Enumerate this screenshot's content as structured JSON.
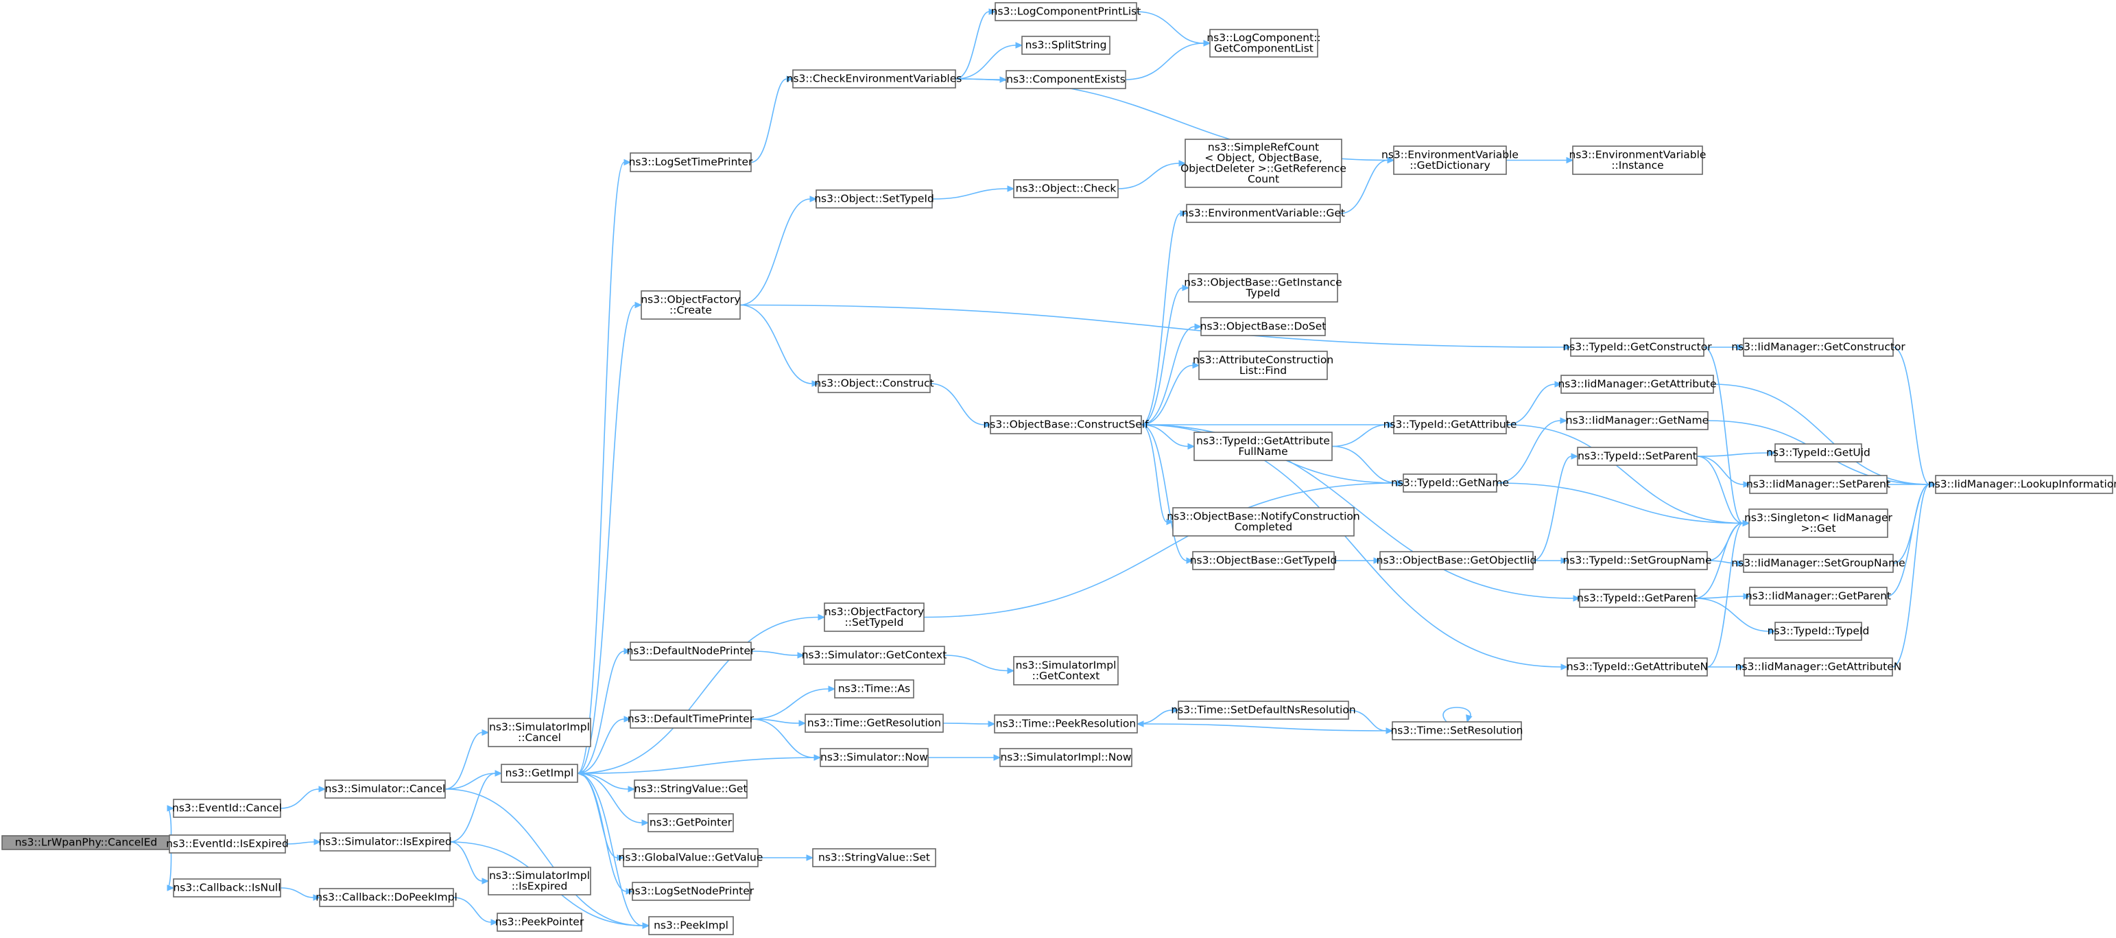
{
  "diagram": {
    "title": "Call graph of ns3::LrWpanPhy::CancelEd",
    "edge_color": "#63b8ff",
    "node_fill": "#ffffff",
    "root_fill": "#999999",
    "border_color": "#666666",
    "nodes": [
      {
        "id": "root",
        "lines": [
          "ns3::LrWpanPhy::CancelEd"
        ]
      },
      {
        "id": "eventid_cancel",
        "lines": [
          "ns3::EventId::Cancel"
        ]
      },
      {
        "id": "eventid_isexpired",
        "lines": [
          "ns3::EventId::IsExpired"
        ]
      },
      {
        "id": "callback_isnull",
        "lines": [
          "ns3::Callback::IsNull"
        ]
      },
      {
        "id": "sim_cancel",
        "lines": [
          "ns3::Simulator::Cancel"
        ]
      },
      {
        "id": "sim_isexpired",
        "lines": [
          "ns3::Simulator::IsExpired"
        ]
      },
      {
        "id": "cb_dopeekimpl",
        "lines": [
          "ns3::Callback::DoPeekImpl"
        ]
      },
      {
        "id": "simimpl_cancel",
        "lines": [
          "ns3::SimulatorImpl",
          "::Cancel"
        ]
      },
      {
        "id": "getimpl",
        "lines": [
          "ns3::GetImpl"
        ]
      },
      {
        "id": "simimpl_isexpired",
        "lines": [
          "ns3::SimulatorImpl",
          "::IsExpired"
        ]
      },
      {
        "id": "peekpointer",
        "lines": [
          "ns3::PeekPointer"
        ]
      },
      {
        "id": "logsettimeprinter",
        "lines": [
          "ns3::LogSetTimePrinter"
        ]
      },
      {
        "id": "objfactory_create",
        "lines": [
          "ns3::ObjectFactory",
          "::Create"
        ]
      },
      {
        "id": "defaultnodeprinter",
        "lines": [
          "ns3::DefaultNodePrinter"
        ]
      },
      {
        "id": "defaulttimeprinter",
        "lines": [
          "ns3::DefaultTimePrinter"
        ]
      },
      {
        "id": "stringvalue_get",
        "lines": [
          "ns3::StringValue::Get"
        ]
      },
      {
        "id": "getpointer",
        "lines": [
          "ns3::GetPointer"
        ]
      },
      {
        "id": "globalvalue_getvalue",
        "lines": [
          "ns3::GlobalValue::GetValue"
        ]
      },
      {
        "id": "logsetnodeprinter",
        "lines": [
          "ns3::LogSetNodePrinter"
        ]
      },
      {
        "id": "peekimpl",
        "lines": [
          "ns3::PeekImpl"
        ]
      },
      {
        "id": "checkenv",
        "lines": [
          "ns3::CheckEnvironmentVariables"
        ]
      },
      {
        "id": "object_settypeid",
        "lines": [
          "ns3::Object::SetTypeId"
        ]
      },
      {
        "id": "object_construct",
        "lines": [
          "ns3::Object::Construct"
        ]
      },
      {
        "id": "objfactory_settypeid",
        "lines": [
          "ns3::ObjectFactory",
          "::SetTypeId"
        ]
      },
      {
        "id": "sim_getcontext",
        "lines": [
          "ns3::Simulator::GetContext"
        ]
      },
      {
        "id": "time_as",
        "lines": [
          "ns3::Time::As"
        ]
      },
      {
        "id": "time_getresolution",
        "lines": [
          "ns3::Time::GetResolution"
        ]
      },
      {
        "id": "sim_now",
        "lines": [
          "ns3::Simulator::Now"
        ]
      },
      {
        "id": "stringvalue_set",
        "lines": [
          "ns3::StringValue::Set"
        ]
      },
      {
        "id": "logcompprintlist",
        "lines": [
          "ns3::LogComponentPrintList"
        ]
      },
      {
        "id": "splitstring",
        "lines": [
          "ns3::SplitString"
        ]
      },
      {
        "id": "componentexists",
        "lines": [
          "ns3::ComponentExists"
        ]
      },
      {
        "id": "object_check",
        "lines": [
          "ns3::Object::Check"
        ]
      },
      {
        "id": "objbase_constructself",
        "lines": [
          "ns3::ObjectBase::ConstructSelf"
        ]
      },
      {
        "id": "simimpl_getcontext",
        "lines": [
          "ns3::SimulatorImpl",
          "::GetContext"
        ]
      },
      {
        "id": "time_peekresolution",
        "lines": [
          "ns3::Time::PeekResolution"
        ]
      },
      {
        "id": "simimpl_now",
        "lines": [
          "ns3::SimulatorImpl::Now"
        ]
      },
      {
        "id": "logcomp_getcomplist",
        "lines": [
          "ns3::LogComponent::",
          "GetComponentList"
        ]
      },
      {
        "id": "simplerefcount",
        "lines": [
          "ns3::SimpleRefCount",
          "< Object, ObjectBase,",
          "ObjectDeleter >::GetReference",
          "Count"
        ]
      },
      {
        "id": "envvar_get",
        "lines": [
          "ns3::EnvironmentVariable::Get"
        ]
      },
      {
        "id": "objbase_getinstancetypeid",
        "lines": [
          "ns3::ObjectBase::GetInstance",
          "TypeId"
        ]
      },
      {
        "id": "objbase_doset",
        "lines": [
          "ns3::ObjectBase::DoSet"
        ]
      },
      {
        "id": "attrconstructionlist_find",
        "lines": [
          "ns3::AttributeConstruction",
          "List::Find"
        ]
      },
      {
        "id": "typeid_getattrfullname",
        "lines": [
          "ns3::TypeId::GetAttribute",
          "FullName"
        ]
      },
      {
        "id": "objbase_notifyconstruction",
        "lines": [
          "ns3::ObjectBase::NotifyConstruction",
          "Completed"
        ]
      },
      {
        "id": "objbase_gettypeid",
        "lines": [
          "ns3::ObjectBase::GetTypeId"
        ]
      },
      {
        "id": "time_setdefaultns",
        "lines": [
          "ns3::Time::SetDefaultNsResolution"
        ]
      },
      {
        "id": "envvar_getdictionary",
        "lines": [
          "ns3::EnvironmentVariable",
          "::GetDictionary"
        ]
      },
      {
        "id": "typeid_getattribute",
        "lines": [
          "ns3::TypeId::GetAttribute"
        ]
      },
      {
        "id": "typeid_getname",
        "lines": [
          "ns3::TypeId::GetName"
        ]
      },
      {
        "id": "objbase_getobjectiid",
        "lines": [
          "ns3::ObjectBase::GetObjectIid"
        ]
      },
      {
        "id": "time_setresolution",
        "lines": [
          "ns3::Time::SetResolution"
        ]
      },
      {
        "id": "envvar_instance",
        "lines": [
          "ns3::EnvironmentVariable",
          "::Instance"
        ]
      },
      {
        "id": "typeid_getconstructor",
        "lines": [
          "ns3::TypeId::GetConstructor"
        ]
      },
      {
        "id": "iidmgr_getattribute",
        "lines": [
          "ns3::IidManager::GetAttribute"
        ]
      },
      {
        "id": "iidmgr_getname",
        "lines": [
          "ns3::IidManager::GetName"
        ]
      },
      {
        "id": "typeid_setparent",
        "lines": [
          "ns3::TypeId::SetParent"
        ]
      },
      {
        "id": "typeid_setgroupname",
        "lines": [
          "ns3::TypeId::SetGroupName"
        ]
      },
      {
        "id": "typeid_getparent",
        "lines": [
          "ns3::TypeId::GetParent"
        ]
      },
      {
        "id": "typeid_getattributen",
        "lines": [
          "ns3::TypeId::GetAttributeN"
        ]
      },
      {
        "id": "iidmgr_getconstructor",
        "lines": [
          "ns3::IidManager::GetConstructor"
        ]
      },
      {
        "id": "typeid_getuid",
        "lines": [
          "ns3::TypeId::GetUid"
        ]
      },
      {
        "id": "iidmgr_setparent",
        "lines": [
          "ns3::IidManager::SetParent"
        ]
      },
      {
        "id": "singleton_get",
        "lines": [
          "ns3::Singleton< IidManager",
          ">::Get"
        ]
      },
      {
        "id": "iidmgr_setgroupname",
        "lines": [
          "ns3::IidManager::SetGroupName"
        ]
      },
      {
        "id": "iidmgr_getparent",
        "lines": [
          "ns3::IidManager::GetParent"
        ]
      },
      {
        "id": "typeid_typeid",
        "lines": [
          "ns3::TypeId::TypeId"
        ]
      },
      {
        "id": "iidmgr_getattributen",
        "lines": [
          "ns3::IidManager::GetAttributeN"
        ]
      },
      {
        "id": "iidmgr_lookupinfo",
        "lines": [
          "ns3::IidManager::LookupInformation"
        ]
      }
    ],
    "edges": [
      [
        "root",
        "eventid_cancel"
      ],
      [
        "root",
        "eventid_isexpired"
      ],
      [
        "root",
        "callback_isnull"
      ],
      [
        "eventid_cancel",
        "sim_cancel"
      ],
      [
        "eventid_isexpired",
        "sim_isexpired"
      ],
      [
        "callback_isnull",
        "cb_dopeekimpl"
      ],
      [
        "sim_cancel",
        "simimpl_cancel"
      ],
      [
        "sim_cancel",
        "getimpl"
      ],
      [
        "sim_cancel",
        "peekimpl"
      ],
      [
        "sim_isexpired",
        "getimpl"
      ],
      [
        "sim_isexpired",
        "simimpl_isexpired"
      ],
      [
        "sim_isexpired",
        "peekimpl"
      ],
      [
        "cb_dopeekimpl",
        "peekpointer"
      ],
      [
        "getimpl",
        "logsettimeprinter"
      ],
      [
        "getimpl",
        "objfactory_create"
      ],
      [
        "getimpl",
        "objfactory_settypeid"
      ],
      [
        "getimpl",
        "defaultnodeprinter"
      ],
      [
        "getimpl",
        "defaulttimeprinter"
      ],
      [
        "getimpl",
        "stringvalue_get"
      ],
      [
        "getimpl",
        "getpointer"
      ],
      [
        "getimpl",
        "globalvalue_getvalue"
      ],
      [
        "getimpl",
        "logsetnodeprinter"
      ],
      [
        "getimpl",
        "peekimpl"
      ],
      [
        "logsettimeprinter",
        "checkenv"
      ],
      [
        "objfactory_create",
        "object_settypeid"
      ],
      [
        "objfactory_create",
        "object_construct"
      ],
      [
        "objfactory_create",
        "typeid_getconstructor"
      ],
      [
        "defaultnodeprinter",
        "sim_getcontext"
      ],
      [
        "defaulttimeprinter",
        "time_as"
      ],
      [
        "defaulttimeprinter",
        "time_getresolution"
      ],
      [
        "defaulttimeprinter",
        "sim_now"
      ],
      [
        "globalvalue_getvalue",
        "stringvalue_set"
      ],
      [
        "checkenv",
        "logcompprintlist"
      ],
      [
        "checkenv",
        "splitstring"
      ],
      [
        "checkenv",
        "componentexists"
      ],
      [
        "checkenv",
        "envvar_getdictionary"
      ],
      [
        "object_settypeid",
        "object_check"
      ],
      [
        "object_construct",
        "objbase_constructself"
      ],
      [
        "objfactory_settypeid",
        "typeid_getname"
      ],
      [
        "sim_getcontext",
        "simimpl_getcontext"
      ],
      [
        "time_getresolution",
        "time_peekresolution"
      ],
      [
        "sim_now",
        "getimpl"
      ],
      [
        "sim_now",
        "simimpl_now"
      ],
      [
        "logcompprintlist",
        "logcomp_getcomplist"
      ],
      [
        "componentexists",
        "logcomp_getcomplist"
      ],
      [
        "object_check",
        "simplerefcount"
      ],
      [
        "objbase_constructself",
        "envvar_get"
      ],
      [
        "objbase_constructself",
        "objbase_getinstancetypeid"
      ],
      [
        "objbase_constructself",
        "objbase_doset"
      ],
      [
        "objbase_constructself",
        "attrconstructionlist_find"
      ],
      [
        "objbase_constructself",
        "typeid_getattrfullname"
      ],
      [
        "objbase_constructself",
        "typeid_getattribute"
      ],
      [
        "objbase_constructself",
        "typeid_getname"
      ],
      [
        "objbase_constructself",
        "objbase_notifyconstruction"
      ],
      [
        "objbase_constructself",
        "objbase_gettypeid"
      ],
      [
        "objbase_constructself",
        "typeid_getparent"
      ],
      [
        "objbase_constructself",
        "typeid_getattributen"
      ],
      [
        "time_peekresolution",
        "time_setdefaultns"
      ],
      [
        "time_setdefaultns",
        "time_setresolution"
      ],
      [
        "time_setresolution",
        "time_peekresolution"
      ],
      [
        "time_setresolution",
        "time_setresolution"
      ],
      [
        "envvar_get",
        "envvar_getdictionary"
      ],
      [
        "envvar_getdictionary",
        "envvar_instance"
      ],
      [
        "typeid_getattrfullname",
        "typeid_getattribute"
      ],
      [
        "typeid_getattrfullname",
        "typeid_getname"
      ],
      [
        "objbase_gettypeid",
        "objbase_getobjectiid"
      ],
      [
        "objbase_getobjectiid",
        "typeid_setparent"
      ],
      [
        "objbase_getobjectiid",
        "typeid_setgroupname"
      ],
      [
        "typeid_getattribute",
        "iidmgr_getattribute"
      ],
      [
        "typeid_getattribute",
        "singleton_get"
      ],
      [
        "typeid_getname",
        "iidmgr_getname"
      ],
      [
        "typeid_getname",
        "singleton_get"
      ],
      [
        "typeid_getconstructor",
        "iidmgr_getconstructor"
      ],
      [
        "typeid_getconstructor",
        "singleton_get"
      ],
      [
        "typeid_setparent",
        "typeid_getuid"
      ],
      [
        "typeid_setparent",
        "iidmgr_setparent"
      ],
      [
        "typeid_setparent",
        "singleton_get"
      ],
      [
        "typeid_setgroupname",
        "singleton_get"
      ],
      [
        "typeid_setgroupname",
        "iidmgr_setgroupname"
      ],
      [
        "typeid_getparent",
        "singleton_get"
      ],
      [
        "typeid_getparent",
        "iidmgr_getparent"
      ],
      [
        "typeid_getparent",
        "typeid_typeid"
      ],
      [
        "typeid_getattributen",
        "singleton_get"
      ],
      [
        "typeid_getattributen",
        "iidmgr_getattributen"
      ],
      [
        "iidmgr_getconstructor",
        "iidmgr_lookupinfo"
      ],
      [
        "iidmgr_getattribute",
        "iidmgr_lookupinfo"
      ],
      [
        "iidmgr_getname",
        "iidmgr_lookupinfo"
      ],
      [
        "iidmgr_setparent",
        "iidmgr_lookupinfo"
      ],
      [
        "iidmgr_setgroupname",
        "iidmgr_lookupinfo"
      ],
      [
        "iidmgr_getparent",
        "iidmgr_lookupinfo"
      ],
      [
        "iidmgr_getattributen",
        "iidmgr_lookupinfo"
      ]
    ]
  }
}
